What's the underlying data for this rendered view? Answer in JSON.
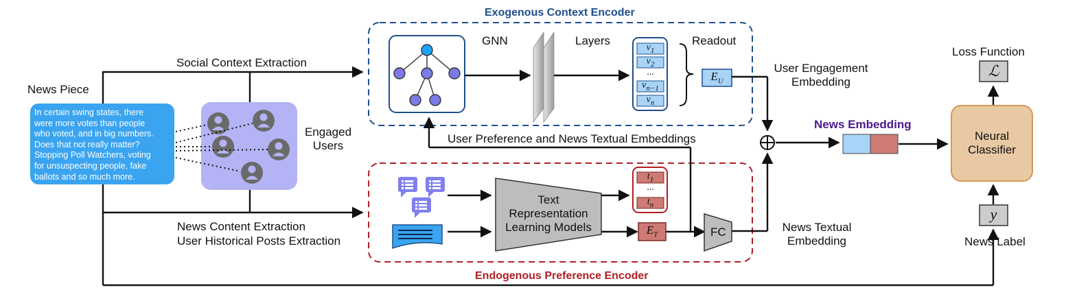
{
  "titles": {
    "exogenous": "Exogenous Context Encoder",
    "endogenous": "Endogenous Preference Encoder",
    "news_embedding": "News Embedding"
  },
  "labels": {
    "news_piece": "News Piece",
    "social_context_extraction": "Social Context Extraction",
    "engaged_users": "Engaged\nUsers",
    "gnn": "GNN",
    "layers": "Layers",
    "readout": "Readout",
    "user_engagement_embedding": "User Engagement\nEmbedding",
    "user_pref_news_textual": "User Preference and News Textual Embeddings",
    "news_content_extraction": "News Content Extraction",
    "user_historical_posts_extraction": "User Historical Posts Extraction",
    "text_representation": "Text\nRepresentation\nLearning Models",
    "fc": "FC",
    "news_textual_embedding": "News Textual\nEmbedding",
    "loss_function": "Loss Function",
    "neural_classifier": "Neural\nClassifier",
    "news_label": "News Label",
    "oplus": "⊕"
  },
  "news_text": "In certain swing states, there\nwere more votes than people\nwho voted, and in big numbers.\nDoes that not really matter?\nStopping Poll Watchers, voting\nfor unsuspecting people, fake\nballots and so much more.",
  "math": {
    "v1": "v",
    "v1_sub": "1",
    "v2": "v",
    "v2_sub": "2",
    "dots": "...",
    "vn1": "v",
    "vn1_sub": "n−1",
    "vn": "v",
    "vn_sub": "n",
    "eu": "E",
    "eu_sub": "U",
    "t1": "t",
    "t1_sub": "1",
    "tn": "t",
    "tn_sub": "n",
    "et": "E",
    "et_sub": "T",
    "loss": "ℒ",
    "y": "y"
  },
  "colors": {
    "blue_dashed": "#1f4e8c",
    "red_dashed": "#b01e24",
    "news_box": "#3aa4f0",
    "users_bg": "#b3b3f5",
    "user_icon": "#6a6a6a",
    "graph_node": "#7b7be8",
    "graph_root": "#1aa3ff",
    "v_cell": "#a8d4f8",
    "t_cell": "#cd7b74",
    "classifier": "#e8c9a3",
    "grey_box": "#cccccc",
    "chat_icon": "#8080f0"
  }
}
